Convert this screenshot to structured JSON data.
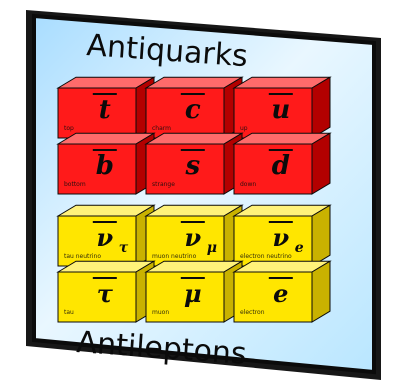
{
  "title_top": "Antiquarks",
  "title_bottom": "Antileptons",
  "colors": {
    "panel_bg": "#cfeeff",
    "panel_edge": "#0b0b0b",
    "quark_front": "#ff1a1a",
    "quark_top": "#ff6b6b",
    "quark_side": "#b30000",
    "lepton_front": "#ffe600",
    "lepton_top": "#fff27a",
    "lepton_side": "#c9b200",
    "text_dark": "#0b0b0b"
  },
  "quarks": [
    [
      {
        "symbol": "t",
        "subtitle": "top"
      },
      {
        "symbol": "c",
        "subtitle": "charm"
      },
      {
        "symbol": "u",
        "subtitle": "up"
      }
    ],
    [
      {
        "symbol": "b",
        "subtitle": "bottom"
      },
      {
        "symbol": "s",
        "subtitle": "strange"
      },
      {
        "symbol": "d",
        "subtitle": "down"
      }
    ]
  ],
  "leptons": [
    [
      {
        "symbol": "ν",
        "sub": "τ",
        "subtitle": "tau neutrino"
      },
      {
        "symbol": "ν",
        "sub": "μ",
        "subtitle": "muon neutrino"
      },
      {
        "symbol": "ν",
        "sub": "e",
        "subtitle": "electron neutrino"
      }
    ],
    [
      {
        "symbol": "τ",
        "sub": "",
        "subtitle": "tau"
      },
      {
        "symbol": "μ",
        "sub": "",
        "subtitle": "muon"
      },
      {
        "symbol": "e",
        "sub": "",
        "subtitle": "electron"
      }
    ]
  ]
}
